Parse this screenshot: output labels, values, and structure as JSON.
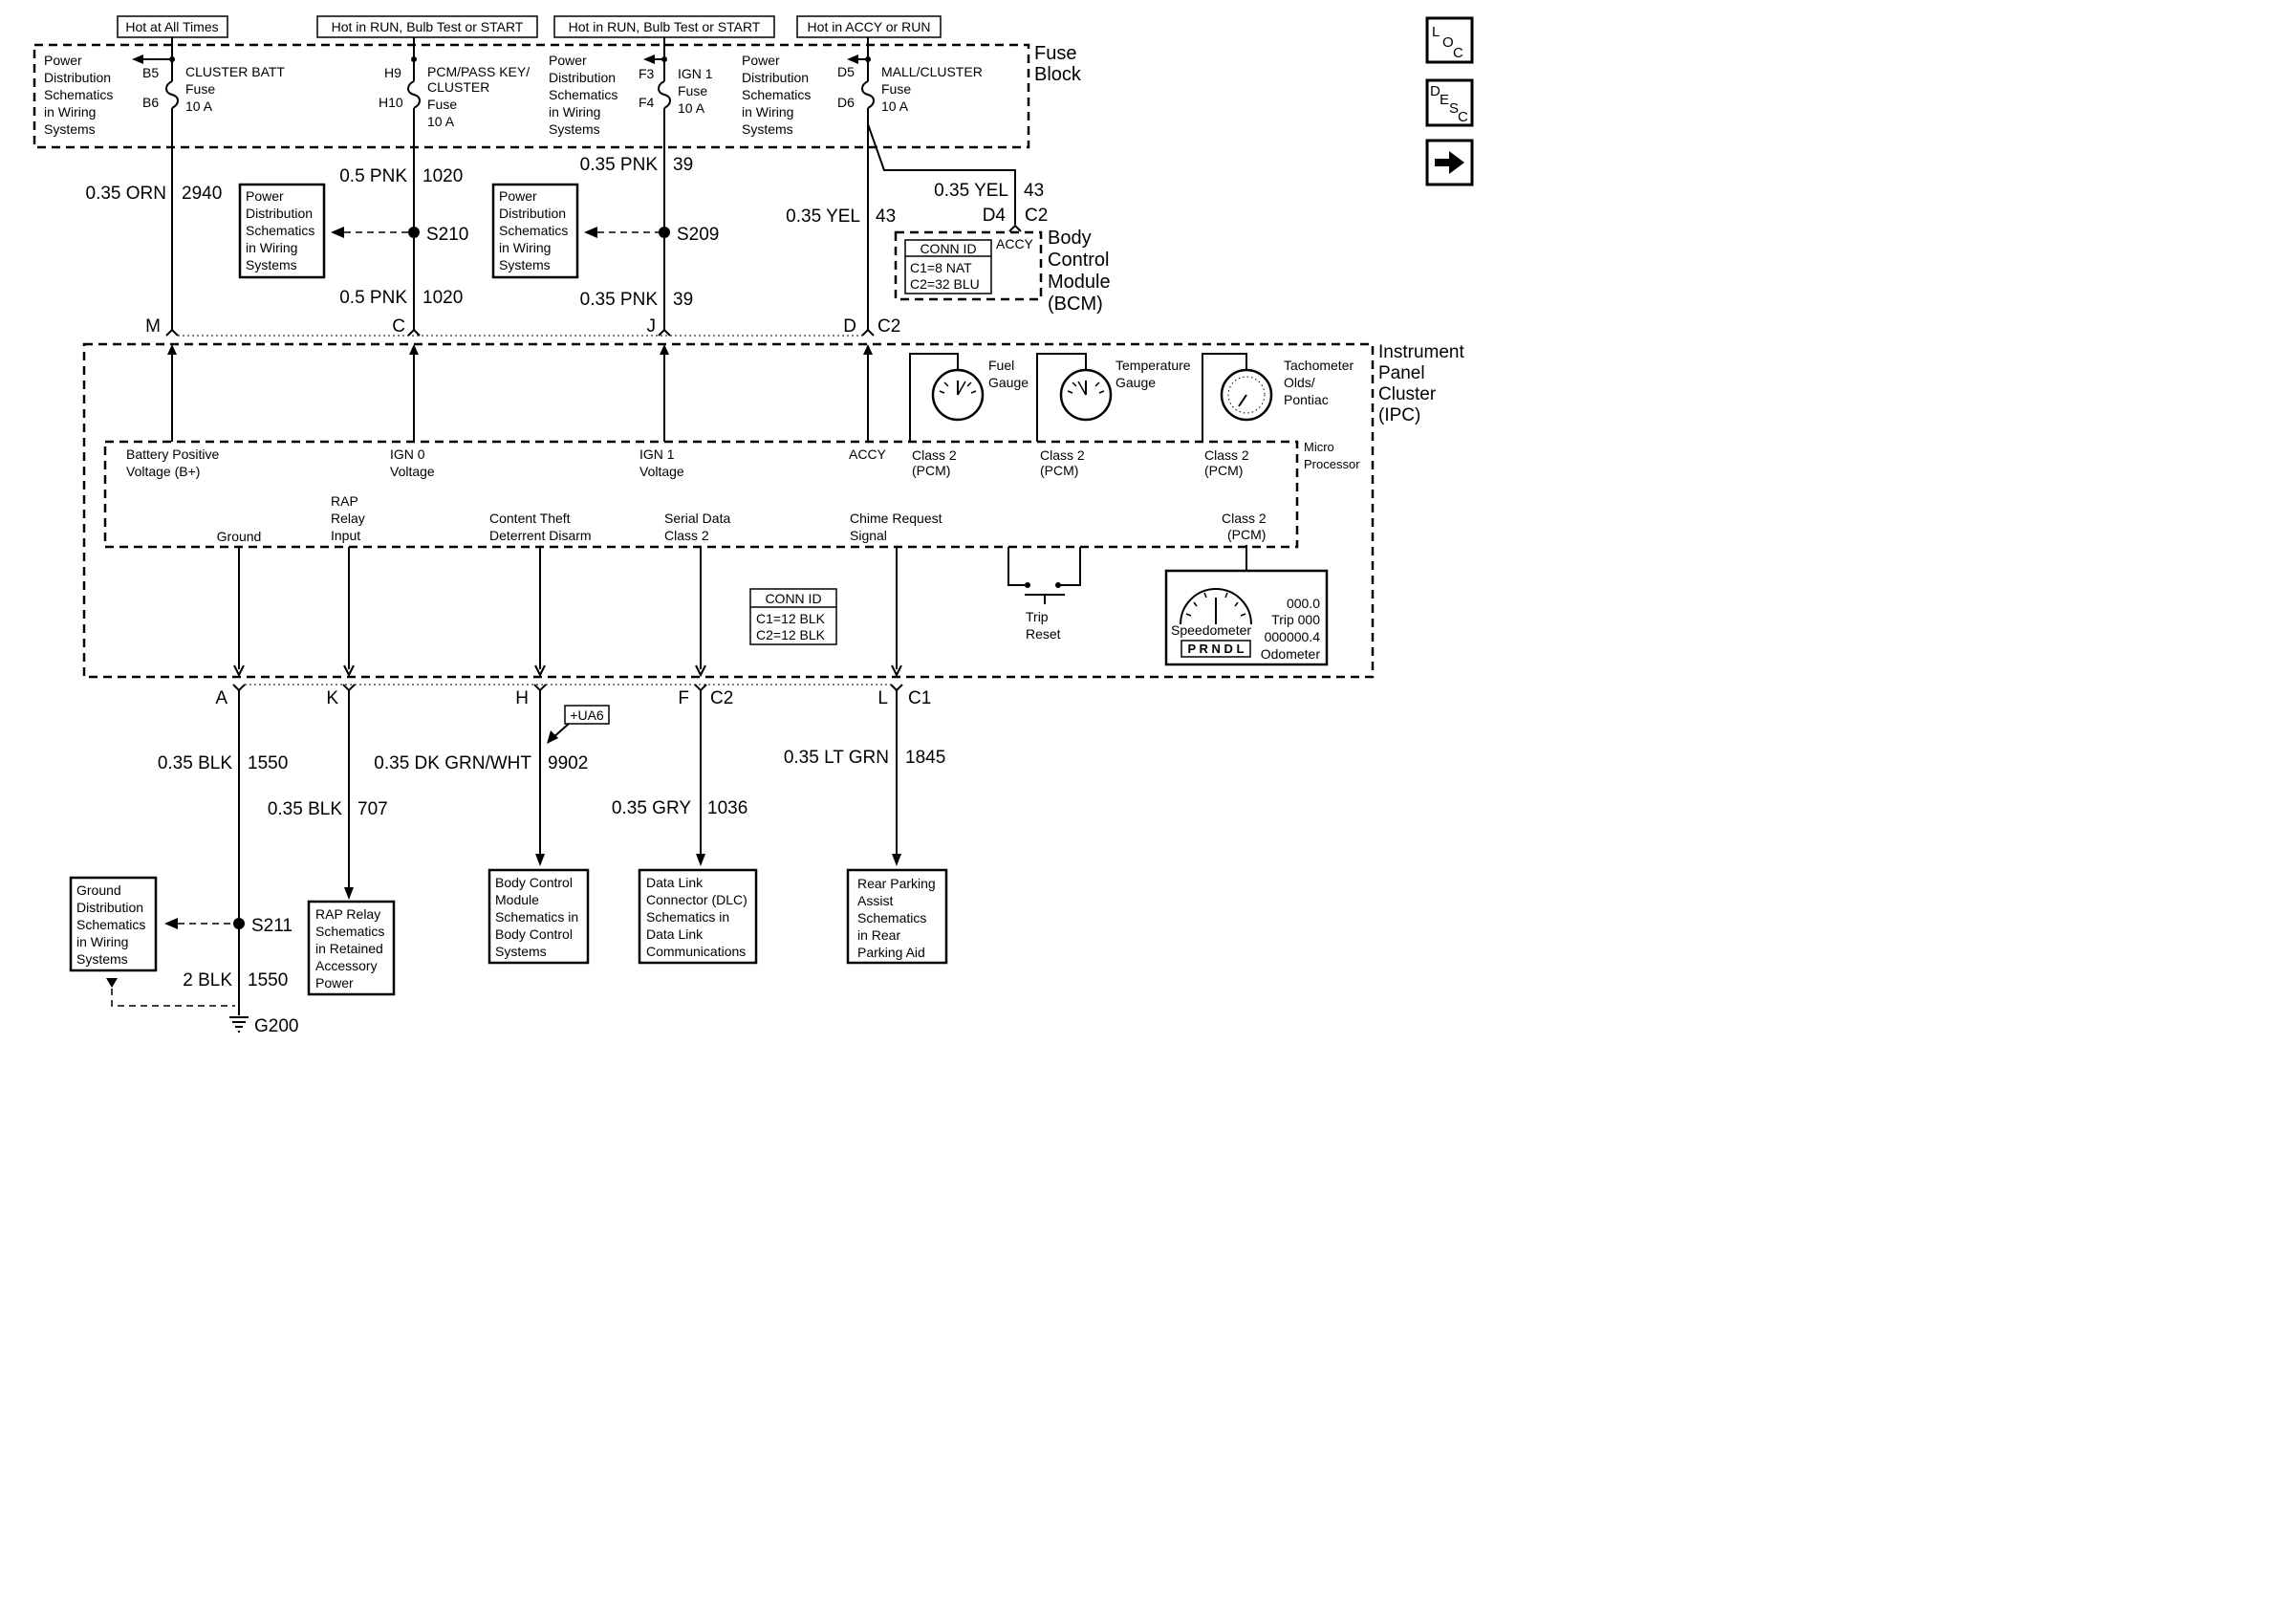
{
  "headers": {
    "hot_all": "Hot at All Times",
    "hot_run1": "Hot in RUN, Bulb Test or START",
    "hot_run2": "Hot in RUN, Bulb Test or START",
    "hot_accy": "Hot in ACCY or RUN"
  },
  "fuse_block": {
    "title": [
      "Fuse",
      "Block"
    ],
    "pd_ref": [
      "Power",
      "Distribution",
      "Schematics",
      "in Wiring",
      "Systems"
    ],
    "fuses": [
      {
        "pins": [
          "B5",
          "B6"
        ],
        "name": [
          "CLUSTER BATT",
          "Fuse",
          "10 A"
        ]
      },
      {
        "pins": [
          "H9",
          "H10"
        ],
        "name": [
          "PCM/PASS KEY/",
          "CLUSTER",
          "Fuse",
          "10 A"
        ]
      },
      {
        "pins": [
          "F3",
          "F4"
        ],
        "name": [
          "IGN 1",
          "Fuse",
          "10 A"
        ]
      },
      {
        "pins": [
          "D5",
          "D6"
        ],
        "name": [
          "MALL/CLUSTER",
          "Fuse",
          "10 A"
        ]
      }
    ]
  },
  "wires_top": {
    "w2940": {
      "gauge": "0.35 ORN",
      "circuit": "2940"
    },
    "w1020a": {
      "gauge": "0.5 PNK",
      "circuit": "1020"
    },
    "w1020b": {
      "gauge": "0.5 PNK",
      "circuit": "1020"
    },
    "w39a": {
      "gauge": "0.35 PNK",
      "circuit": "39"
    },
    "w39b": {
      "gauge": "0.35 PNK",
      "circuit": "39"
    },
    "w43a": {
      "gauge": "0.35 YEL",
      "circuit": "43"
    },
    "w43b": {
      "gauge": "0.35 YEL",
      "circuit": "43"
    }
  },
  "splices": {
    "s210": "S210",
    "s209": "S209",
    "s211": "S211"
  },
  "pd_box": [
    "Power",
    "Distribution",
    "Schematics",
    "in Wiring",
    "Systems"
  ],
  "bcm": {
    "pin": "D4",
    "conn": "C2",
    "accy": "ACCY",
    "conn_id_title": "CONN ID",
    "conn_id": [
      "C1=8 NAT",
      "C2=32 BLU"
    ],
    "title": [
      "Body",
      "Control",
      "Module",
      "(BCM)"
    ]
  },
  "ipc_pins_top": {
    "m": "M",
    "c": "C",
    "j": "J",
    "d": "D",
    "c2": "C2"
  },
  "ipc": {
    "title": [
      "Instrument",
      "Panel",
      "Cluster",
      "(IPC)"
    ],
    "micro": [
      "Micro",
      "Processor"
    ],
    "inputs": {
      "bplus": [
        "Battery Positive",
        "Voltage (B+)"
      ],
      "ign0": [
        "IGN 0",
        "Voltage"
      ],
      "ign1": [
        "IGN 1",
        "Voltage"
      ],
      "accy": "ACCY"
    },
    "gauges": {
      "fuel": [
        "Fuel",
        "Gauge"
      ],
      "temp": [
        "Temperature",
        "Gauge"
      ],
      "tach": [
        "Tachometer",
        "Olds/",
        "Pontiac"
      ]
    },
    "class2": [
      "Class 2",
      "(PCM)"
    ],
    "outputs": {
      "ground": "Ground",
      "rap": [
        "RAP",
        "Relay",
        "Input"
      ],
      "theft": [
        "Content Theft",
        "Deterrent Disarm"
      ],
      "serial": [
        "Serial Data",
        "Class 2"
      ],
      "chime": [
        "Chime Request",
        "Signal"
      ]
    },
    "trip_reset": [
      "Trip",
      "Reset"
    ],
    "conn_id_title": "CONN ID",
    "conn_id": [
      "C1=12 BLK",
      "C2=12 BLK"
    ],
    "speedo": {
      "label": "Speedometer",
      "prndl": "P R N D L",
      "readout": [
        "000.0",
        "Trip 000",
        "000000.4",
        "Odometer"
      ]
    }
  },
  "ipc_pins_bottom": {
    "a": "A",
    "k": "K",
    "h": "H",
    "f": "F",
    "fc": "C2",
    "l": "L",
    "lc": "C1"
  },
  "wires_bottom": {
    "w1550a": {
      "gauge": "0.35 BLK",
      "circuit": "1550"
    },
    "w707": {
      "gauge": "0.35 BLK",
      "circuit": "707"
    },
    "w9902": {
      "gauge": "0.35 DK GRN/WHT",
      "circuit": "9902"
    },
    "w1036": {
      "gauge": "0.35 GRY",
      "circuit": "1036"
    },
    "w1845": {
      "gauge": "0.35 LT GRN",
      "circuit": "1845"
    },
    "w1550b": {
      "gauge": "2 BLK",
      "circuit": "1550"
    }
  },
  "option_tag": "+UA6",
  "ground_point": "G200",
  "refs": {
    "ground": [
      "Ground",
      "Distribution",
      "Schematics",
      "in Wiring",
      "Systems"
    ],
    "rap": [
      "RAP Relay",
      "Schematics",
      "in Retained",
      "Accessory",
      "Power"
    ],
    "bcm": [
      "Body Control",
      "Module",
      "Schematics in",
      "Body Control",
      "Systems"
    ],
    "dlc": [
      "Data Link",
      "Connector (DLC)",
      "Schematics in",
      "Data Link",
      "Communications"
    ],
    "rpa": [
      "Rear Parking",
      "Assist",
      "Schematics",
      "in Rear",
      "Parking Aid"
    ]
  },
  "nav": {
    "loc": [
      "L",
      "O",
      "C"
    ],
    "desc": [
      "D",
      "E",
      "S",
      "C"
    ],
    "next_icon": "arrow-right"
  }
}
